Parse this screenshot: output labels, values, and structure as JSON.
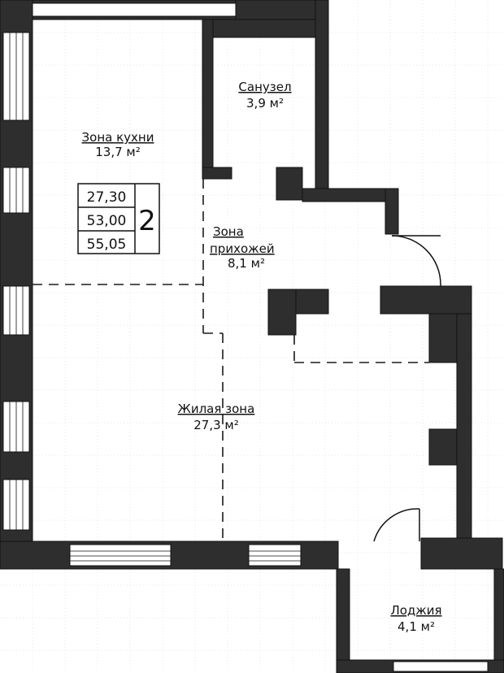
{
  "colors": {
    "wall": "#2e2e2e",
    "wall_edge": "#111111",
    "grid": "#cfcfcf",
    "background": "#ffffff",
    "window": "#ffffff",
    "dash": "#1a1a1a"
  },
  "rooms": {
    "kitchen": {
      "name": "Зона кухни",
      "area": "13,7 м²"
    },
    "bathroom": {
      "name": "Санузел",
      "area": "3,9 м²"
    },
    "hallway": {
      "name_line1": "Зона",
      "name_line2": "прихожей",
      "area": "8,1 м²"
    },
    "living": {
      "name": "Жилая зона",
      "area": "27,3 м²"
    },
    "loggia": {
      "name": "Лоджия",
      "area": "4,1 м²"
    }
  },
  "info_box": {
    "values": [
      "27,30",
      "53,00",
      "55,05"
    ],
    "room_count": "2"
  }
}
